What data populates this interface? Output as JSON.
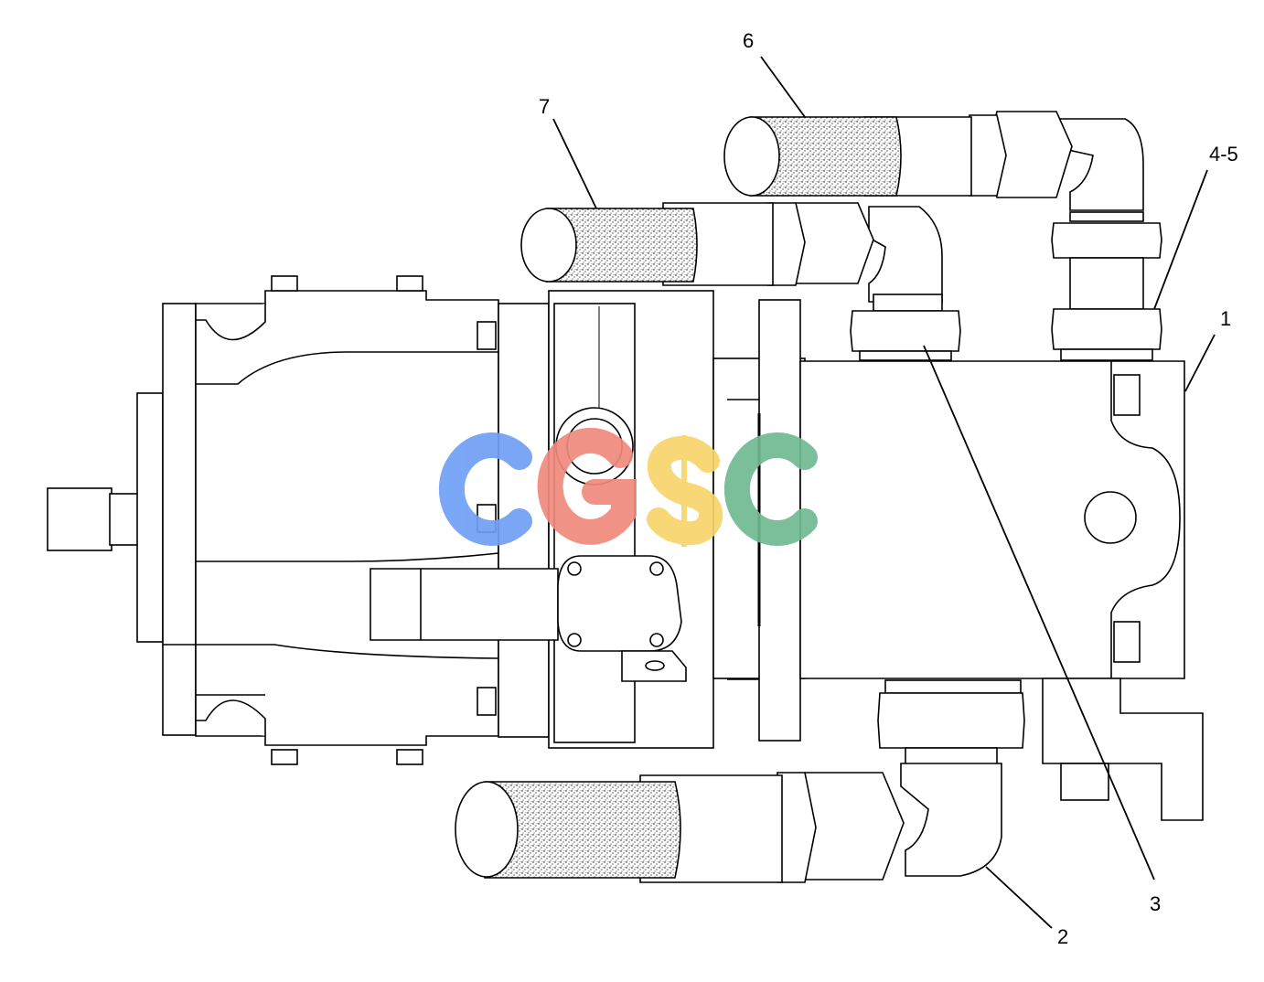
{
  "callouts": [
    {
      "id": "1",
      "label": "1"
    },
    {
      "id": "2",
      "label": "2"
    },
    {
      "id": "3",
      "label": "3"
    },
    {
      "id": "4-5",
      "label": "4-5"
    },
    {
      "id": "6",
      "label": "6"
    },
    {
      "id": "7",
      "label": "7"
    }
  ],
  "watermark": {
    "letters": [
      "C",
      "G",
      "S",
      "C"
    ],
    "colors": [
      "#6f9ff5",
      "#f0897c",
      "#f7d46b",
      "#6fb992"
    ]
  }
}
